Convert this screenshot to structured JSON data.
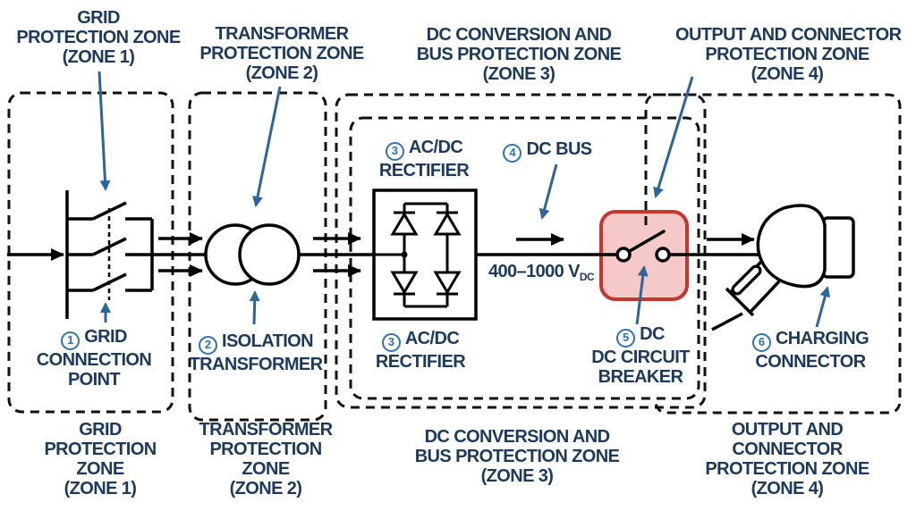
{
  "colors": {
    "navy": "#1d3a5e",
    "blue": "#2e74b5",
    "arrow_blue": "#2d6499",
    "red_border": "#c9342e",
    "red_fill": "#f5c9c7",
    "line": "#000000",
    "bg": "#ffffff"
  },
  "zones": [
    {
      "top": [
        "GRID",
        "PROTECTION ZONE",
        "(ZONE 1)"
      ],
      "bottom": [
        "GRID",
        "PROTECTION",
        "ZONE",
        "(ZONE 1)"
      ]
    },
    {
      "top": [
        "TRANSFORMER",
        "PROTECTION ZONE",
        "(ZONE 2)"
      ],
      "bottom": [
        "TRANSFORMER",
        "PROTECTION",
        "ZONE",
        "(ZONE 2)"
      ]
    },
    {
      "top": [
        "DC CONVERSION AND",
        "BUS PROTECTION ZONE",
        "(ZONE 3)"
      ],
      "bottom": [
        "DC CONVERSION AND",
        "BUS PROTECTION ZONE",
        "(ZONE 3)"
      ]
    },
    {
      "top": [
        "OUTPUT AND CONNECTOR",
        "PROTECTION ZONE",
        "(ZONE 4)"
      ],
      "bottom": [
        "OUTPUT AND",
        "CONNECTOR",
        "PROTECTION ZONE",
        "(ZONE 4)"
      ]
    }
  ],
  "components": {
    "grid_connection": {
      "num": "1",
      "lines": [
        "GRID",
        "CONNECTION",
        "POINT"
      ]
    },
    "isolation_transformer": {
      "num": "2",
      "lines": [
        "ISOLATION",
        "TRANSFORMER"
      ]
    },
    "rectifier_top": {
      "num": "3",
      "lines": [
        "AC/DC",
        "RECTIFIER"
      ]
    },
    "rectifier_bottom": {
      "num": "3",
      "lines": [
        "AC/DC",
        "RECTIFIER"
      ]
    },
    "dc_bus": {
      "num": "4",
      "lines": [
        "DC BUS"
      ]
    },
    "dc_breaker": {
      "num": "5",
      "lines": [
        "DC",
        "DC CIRCUIT",
        "BREAKER"
      ]
    },
    "charging_connector": {
      "num": "6",
      "lines": [
        "CHARGING",
        "CONNECTOR"
      ]
    }
  },
  "annotations": {
    "voltage": {
      "text": "400–1000 V",
      "sub": "DC"
    }
  }
}
